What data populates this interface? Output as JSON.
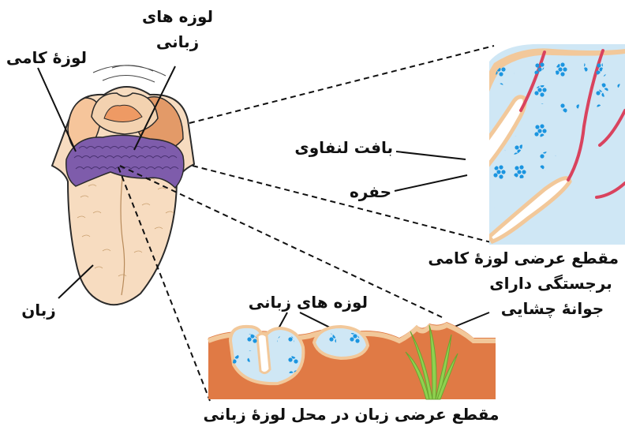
{
  "colors": {
    "tongue_fill": "#f7dcc0",
    "tongue_outline": "#2a2a2a",
    "palatine_tonsil": "#e39a68",
    "lingual_tonsil": "#7e5cab",
    "lymph_tissue": "#cfe7f5",
    "lymph_dots": "#1b95e0",
    "tissue_edge": "#f2c89a",
    "blood_vessel": "#d9435e",
    "muscle_tissue": "#e07a45",
    "taste_bud": "#8fd14f"
  },
  "labels": {
    "palatine_tonsil": "لوزهٔ کامی",
    "lingual_tonsils_line1": "لوزه های",
    "lingual_tonsils_line2": "زبانی",
    "tongue": "زبان",
    "lymphoid_tissue": "بافت لنفاوی",
    "crypt": "حفره",
    "palatine_section": "مقطع عرضی لوزهٔ کامی",
    "lingual_tonsils_inset": "لوزه های زبانی",
    "taste_bud_line1": "برجستگی دارای",
    "taste_bud_line2": "جوانهٔ چشایی",
    "tongue_section": "مقطع عرضی زبان در محل لوزهٔ زبانی"
  }
}
